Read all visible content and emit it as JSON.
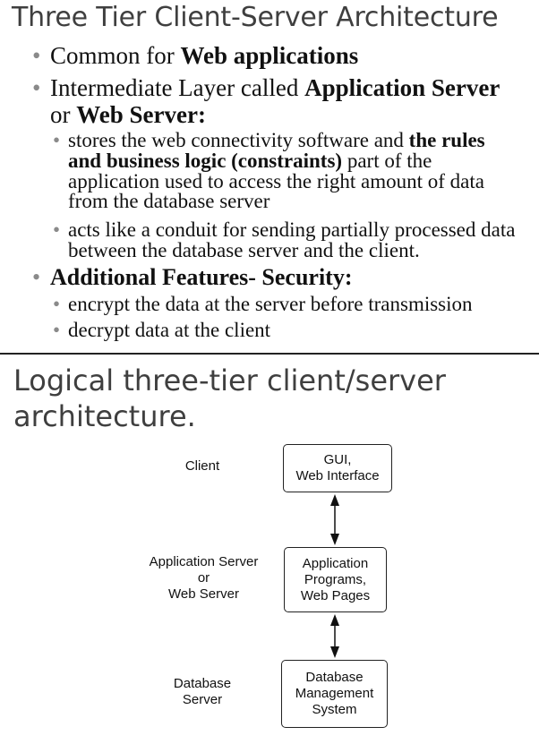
{
  "slide1": {
    "title": "Three Tier Client-Server Architecture",
    "b1": {
      "text": "Common for ",
      "bold": "Web applications"
    },
    "b2": {
      "text": "Intermediate Layer called ",
      "bold": "Application Server",
      "text2": "or ",
      "bold2": "Web Server:"
    },
    "s1": {
      "line1": "stores the web connectivity software and ",
      "line1_bold": "the rules",
      "line2_bold": "and business logic (constraints)",
      "line2": " part of the",
      "line3": "application used to access the right amount of data",
      "line4": "from the database server"
    },
    "s2": {
      "line1": "acts like a conduit for sending partially processed data",
      "line2": "between the database server and the client."
    },
    "b3": {
      "bold": "Additional Features- Security:"
    },
    "s3": {
      "text": "encrypt the data at the server before transmission"
    },
    "s4": {
      "text": "decrypt data at the client"
    },
    "bullet_color": "#8a8a8a",
    "title_color": "#3f3f3f"
  },
  "slide2": {
    "title_line1": "Logical three-tier client/server",
    "title_line2": "architecture.",
    "diagram": {
      "left_labels": {
        "client": "Client",
        "app_l1": "Application Server",
        "app_l2": "or",
        "app_l3": "Web Server",
        "db_l1": "Database",
        "db_l2": "Server"
      },
      "boxes": {
        "gui_l1": "GUI,",
        "gui_l2": "Web Interface",
        "app_l1": "Application",
        "app_l2": "Programs,",
        "app_l3": "Web Pages",
        "dbms_l1": "Database",
        "dbms_l2": "Management",
        "dbms_l3": "System"
      }
    }
  }
}
